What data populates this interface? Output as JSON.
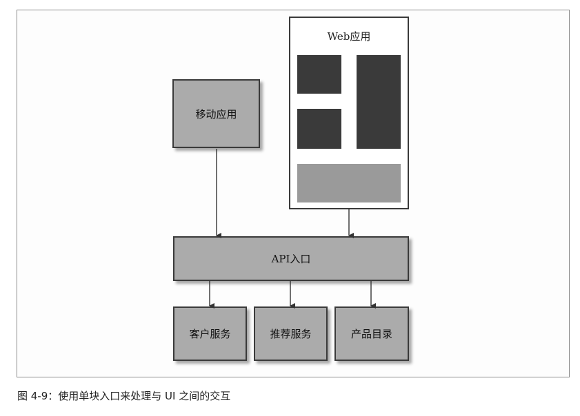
{
  "diagram": {
    "web_app": {
      "label": "Web应用"
    },
    "mobile_app": {
      "label": "移动应用"
    },
    "api_gateway": {
      "label": "API入口"
    },
    "services": [
      {
        "label": "客户服务"
      },
      {
        "label": "推荐服务"
      },
      {
        "label": "产品目录"
      }
    ]
  },
  "caption": "图 4-9：使用单块入口来处理与 UI 之间的交互",
  "colors": {
    "box_fill": "#ababab",
    "dark_block": "#3a3a3a",
    "border": "#3a3a3a"
  }
}
